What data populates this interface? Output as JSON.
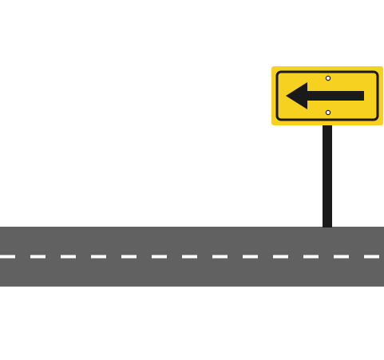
{
  "scene": {
    "background_color": "#ffffff"
  },
  "road": {
    "surface_color": "#616161",
    "lane_marking_color": "#ffffff",
    "lane_marking_style": "dashed"
  },
  "sign": {
    "type": "arrow-sign",
    "direction": "left",
    "face_color": "#f6d11f",
    "border_color": "#1a1a1a",
    "arrow_color": "#1a1a1a",
    "post_color": "#1a1a1a",
    "icon": "left-arrow-icon"
  }
}
